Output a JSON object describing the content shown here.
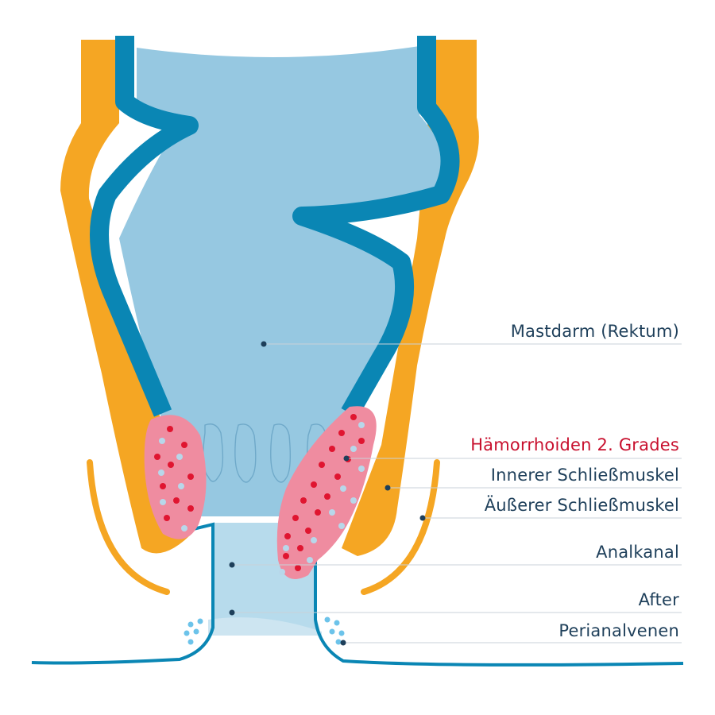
{
  "colors": {
    "muscle_outer": "#f5a623",
    "muscle_inner": "#0a86b4",
    "lumen": "#96c8e1",
    "lumen_light": "#b7dbec",
    "hemorrhoid": "#ef8ca0",
    "dot_red": "#e01530",
    "dot_blue": "#b8d7ea",
    "text": "#1e3f5a",
    "text_highlight": "#c8102e",
    "leader": "#c9d2d8"
  },
  "labels": {
    "rectum": "Mastdarm (Rektum)",
    "hemorrhoids": "Hämorrhoiden 2. Grades",
    "inner_sphincter": "Innerer Schließmuskel",
    "outer_sphincter": "Äußerer Schließmuskel",
    "anal_canal": "Analkanal",
    "anus": "After",
    "perianal_veins": "Perianalvenen"
  }
}
